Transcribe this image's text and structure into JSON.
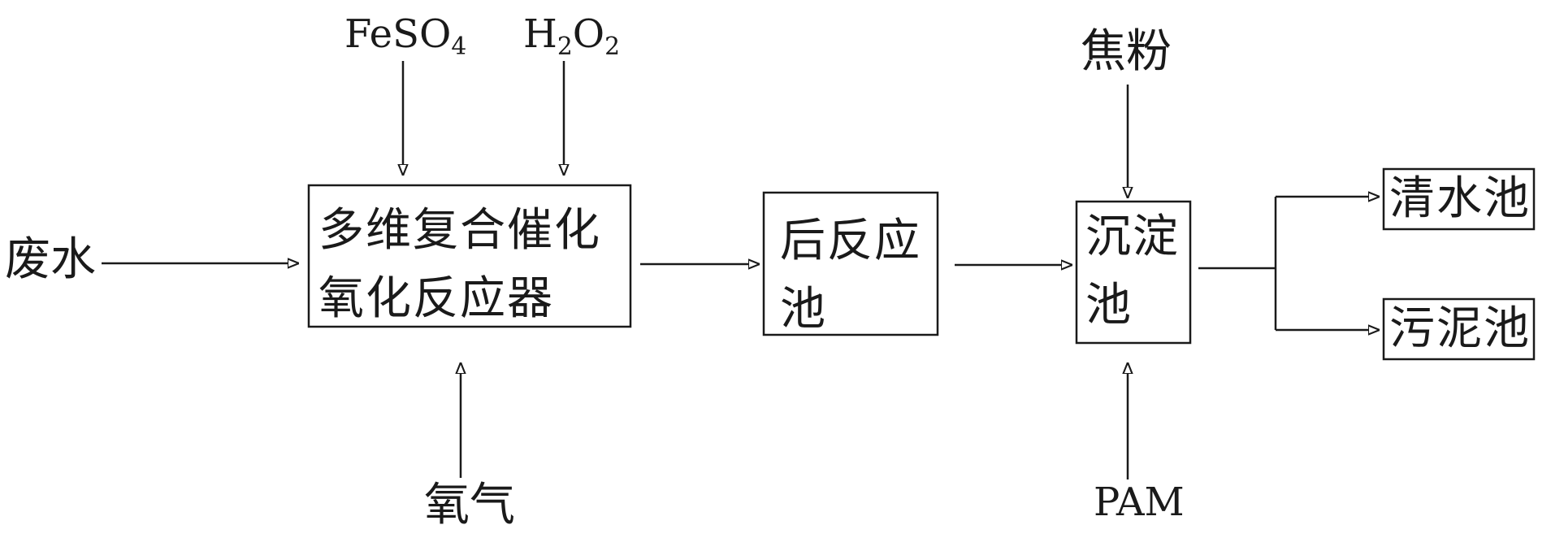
{
  "inputs": {
    "feso4": {
      "base": "FeSO",
      "sub": "4"
    },
    "h2o2": {
      "h": "H",
      "sub1": "2",
      "o": "O",
      "sub2": "2"
    },
    "wastewater": "废水",
    "oxygen": "氧气",
    "coke_powder": "焦粉",
    "pam": "PAM"
  },
  "boxes": {
    "reactor": {
      "line1": "多维复合催化",
      "line2": "氧化反应器"
    },
    "post_reaction": {
      "line1": "后反应",
      "line2": "池"
    },
    "sedimentation": {
      "line1": "沉淀",
      "line2": "池"
    },
    "clear_water": "清水池",
    "sludge": "污泥池"
  },
  "style": {
    "line_color": "#1a1a1a",
    "background": "#ffffff"
  }
}
